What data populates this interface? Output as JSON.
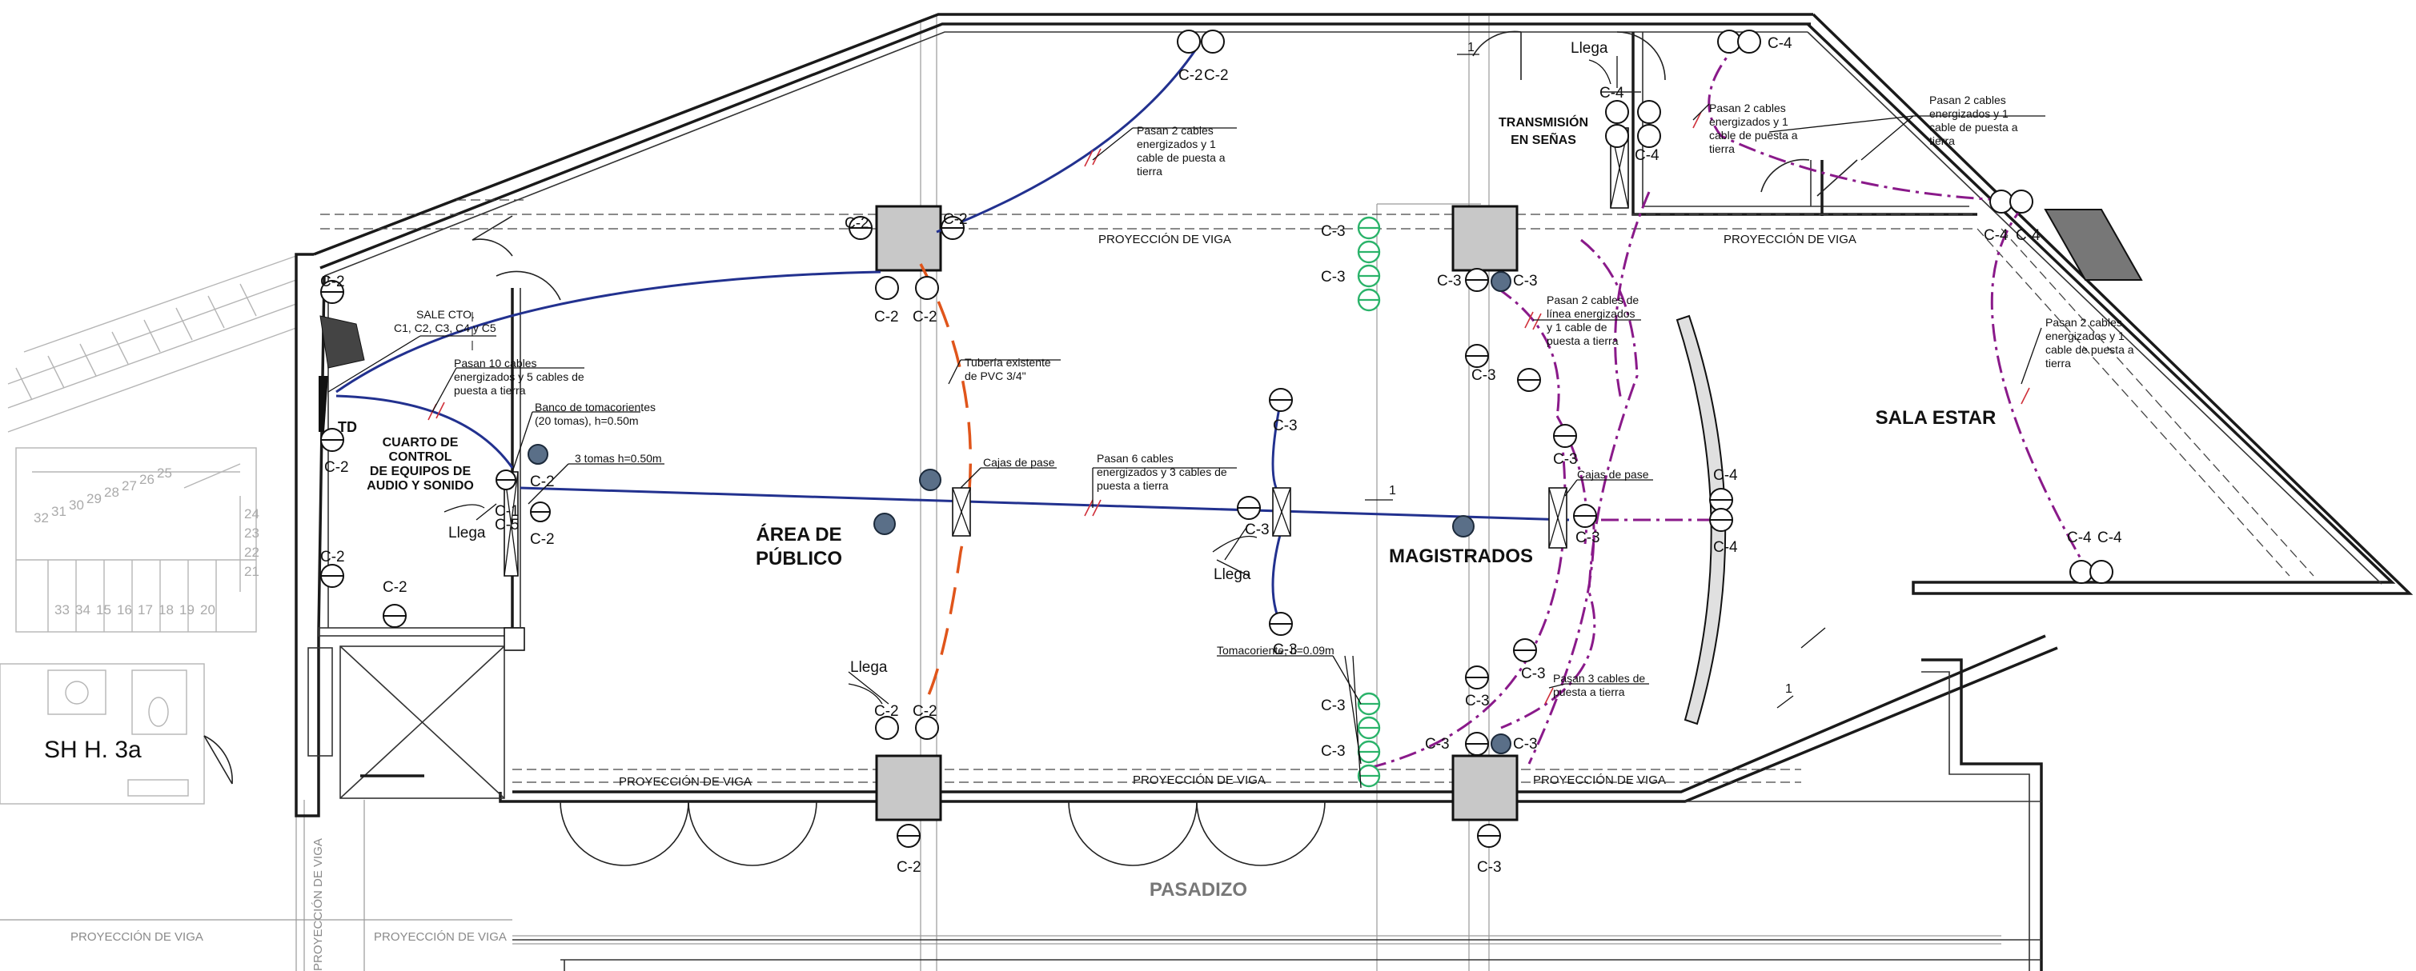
{
  "rooms": {
    "control_room_line1": "CUARTO DE",
    "control_room_line2": "CONTROL",
    "control_room_line3": "DE EQUIPOS DE",
    "control_room_line4": "AUDIO Y SONIDO",
    "public_line1": "ÁREA DE",
    "public_line2": "PÚBLICO",
    "magistrates": "MAGISTRADOS",
    "lounge": "SALA ESTAR",
    "sign_line1": "TRANSMISIÓN",
    "sign_line2": "EN SEÑAS",
    "corridor": "PASADIZO",
    "restroom": "SH H. 3a",
    "panel": "TD"
  },
  "beam_projection": "PROYECCIÓN DE VIGA",
  "circuits": {
    "c1": "C-1",
    "c2": "C-2",
    "c3": "C-3",
    "c4": "C-4",
    "c5": "C-5"
  },
  "notes": {
    "arrives": "Llega",
    "sale_line1": "SALE CTO.",
    "sale_line2": "C1, C2, C3, C4 y C5",
    "ten_line1": "Pasan 10 cables",
    "ten_line2": "energizados y 5 cables de",
    "ten_line3": "puesta a tierra",
    "bank_line1": "Banco de tomacorientes",
    "bank_line2": "(20 tomas), h=0.50m",
    "three_outlets": "3 tomas h=0.50m",
    "top_line1": "Pasan 2 cables",
    "top_line2": "energizados y 1",
    "top_line3": "cable de puesta a",
    "top_line4": "tierra",
    "pvc_line1": "Tubería existente",
    "pvc_line2": "de PVC 3/4\"",
    "boxes": "Cajas de pase",
    "six_line1": "Pasan 6 cables",
    "six_line2": "energizados y 3 cables de",
    "six_line3": "puesta a tierra",
    "line_line1": "Pasan 2 cables de",
    "line_line2": "línea energizados",
    "line_line3": "y 1 cable de",
    "line_line4": "puesta a tierra",
    "ten_outlet": "Tomacoriente, h=0.09m",
    "three_line1": "Pasan 3 cables de",
    "three_line2": "puesta a tierra",
    "sign_line1": "Pasan 2 cables",
    "sign_line2": "energizados y 1",
    "sign_line3": "cable de puesta a",
    "sign_line4": "tierra",
    "right_top_line1": "Pasan 2 cables",
    "right_top_line2": "energizados y 1",
    "right_top_line3": "cable de puesta a",
    "right_top_line4": "tierra",
    "lounge_line1": "Pasan 2 cables",
    "lounge_line2": "energizados y 1",
    "lounge_line3": "cable de puesta a",
    "lounge_line4": "tierra"
  },
  "section_marks": {
    "one": "1"
  },
  "stair_numbers": {
    "upper": [
      "32",
      "31",
      "30",
      "29",
      "28",
      "27",
      "26",
      "25"
    ],
    "side": [
      "24",
      "23",
      "22",
      "21"
    ],
    "lower": [
      "33",
      "34",
      "15",
      "16",
      "17",
      "18",
      "19",
      "20"
    ]
  },
  "colors": {
    "feeder_blue": "#22318f",
    "circuit_purple": "#8a1a8a",
    "pvc_orange": "#e0551b",
    "outlet_green": "#2bb36a"
  }
}
